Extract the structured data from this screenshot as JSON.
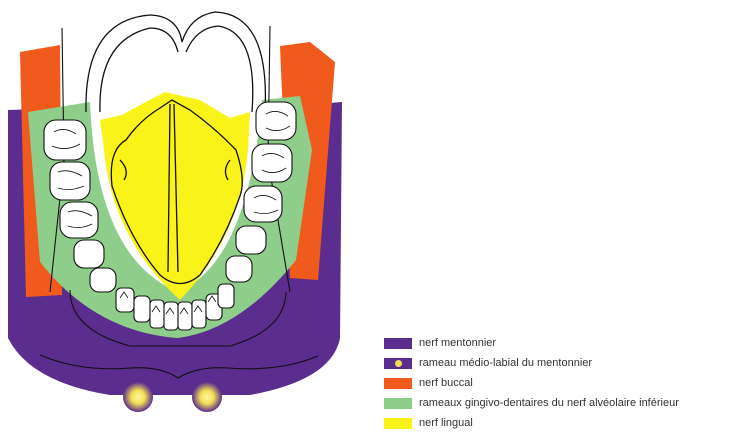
{
  "colors": {
    "mentonnier": "#5b2d8e",
    "medio_labial": "#f4dd55",
    "buccal": "#f05a1c",
    "gingivo_dentaires": "#8fce8a",
    "lingual": "#faf31a",
    "outline": "#111111"
  },
  "legend": [
    {
      "id": "mentonnier",
      "label": "nerf mentonnier",
      "color": "#5b2d8e",
      "style": "solid"
    },
    {
      "id": "medio-labial",
      "label": "rameau médio-labial du mentonnier",
      "color": "#5b2d8e",
      "accent": "#f4dd55",
      "style": "spot"
    },
    {
      "id": "buccal",
      "label": "nerf buccal",
      "color": "#f05a1c",
      "style": "solid"
    },
    {
      "id": "gingivo",
      "label": "rameaux gingivo-dentaires du nerf alvéolaire inférieur",
      "color": "#8fce8a",
      "style": "solid"
    },
    {
      "id": "lingual",
      "label": "nerf lingual",
      "color": "#faf31a",
      "style": "solid"
    }
  ]
}
